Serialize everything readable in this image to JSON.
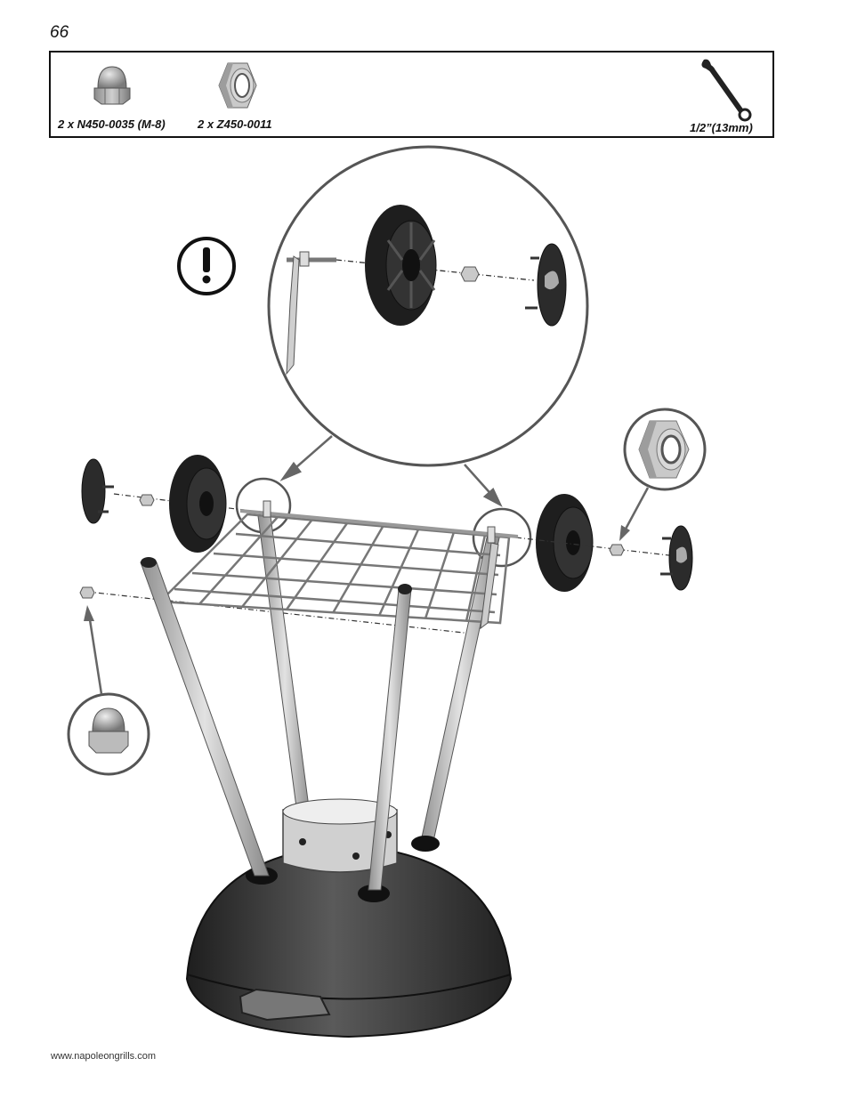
{
  "page": {
    "number": "66"
  },
  "parts": {
    "items": [
      {
        "label": "2 x N450-0035 (M-8)",
        "icon": "acorn-nut-icon"
      },
      {
        "label": "2 x Z450-0011",
        "icon": "lock-nut-icon"
      }
    ],
    "tool": {
      "label": "1/2”(13mm)",
      "icon": "wrench-icon"
    }
  },
  "notice": {
    "icon": "exclamation-icon"
  },
  "footer": {
    "url": "www.napoleongrills.com"
  },
  "colors": {
    "outline": "#111111",
    "callout": "#555555",
    "kettle": "#3a3a3a",
    "metal": "#c8c8c8"
  }
}
